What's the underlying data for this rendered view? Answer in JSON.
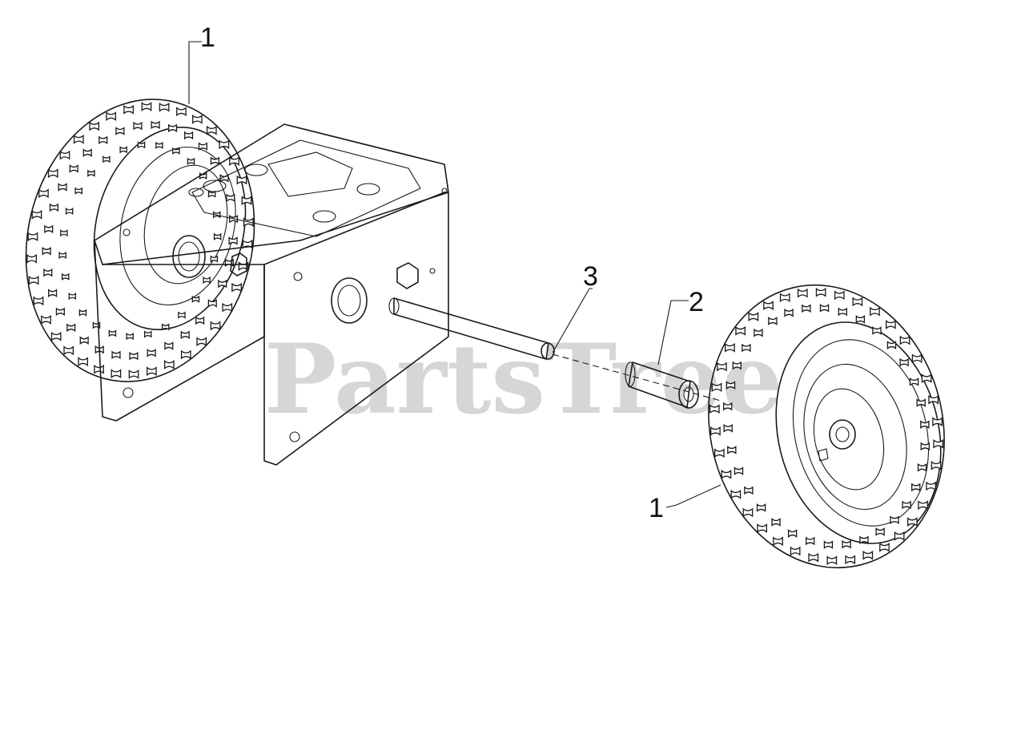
{
  "watermark": "PartsTree",
  "callouts": [
    {
      "id": "wheel-left",
      "label": "1"
    },
    {
      "id": "spacer",
      "label": "2"
    },
    {
      "id": "axle",
      "label": "3"
    },
    {
      "id": "wheel-right",
      "label": "1"
    }
  ],
  "colors": {
    "line": "#1a1a1a",
    "watermark": "#cfcfcf",
    "background": "#ffffff"
  }
}
